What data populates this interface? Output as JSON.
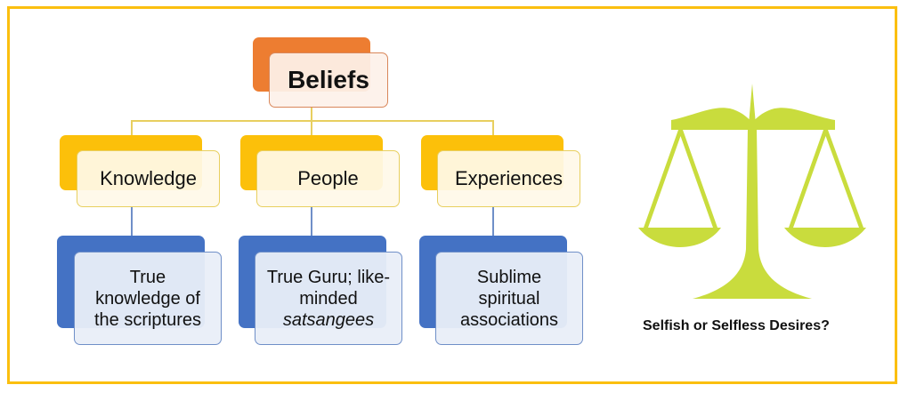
{
  "diagram": {
    "root": {
      "label": "Beliefs"
    },
    "branches": [
      {
        "label": "Knowledge",
        "detail_lines": [
          "True",
          "knowledge of",
          "the scriptures"
        ],
        "italic_last_line": false
      },
      {
        "label": "People",
        "detail_lines": [
          "True Guru; like-",
          "minded",
          "satsangees"
        ],
        "italic_last_line": true
      },
      {
        "label": "Experiences",
        "detail_lines": [
          "Sublime",
          "spiritual",
          "associations"
        ],
        "italic_last_line": false
      }
    ]
  },
  "illustration": {
    "icon": "balance-scale-icon",
    "caption": "Selfish or Selfless Desires?"
  },
  "colors": {
    "frame": "#fbbf0f",
    "root_accent": "#ed7d31",
    "level2_accent": "#fcc00a",
    "level3_accent": "#4472c4",
    "scale": "#c9dc3d"
  }
}
